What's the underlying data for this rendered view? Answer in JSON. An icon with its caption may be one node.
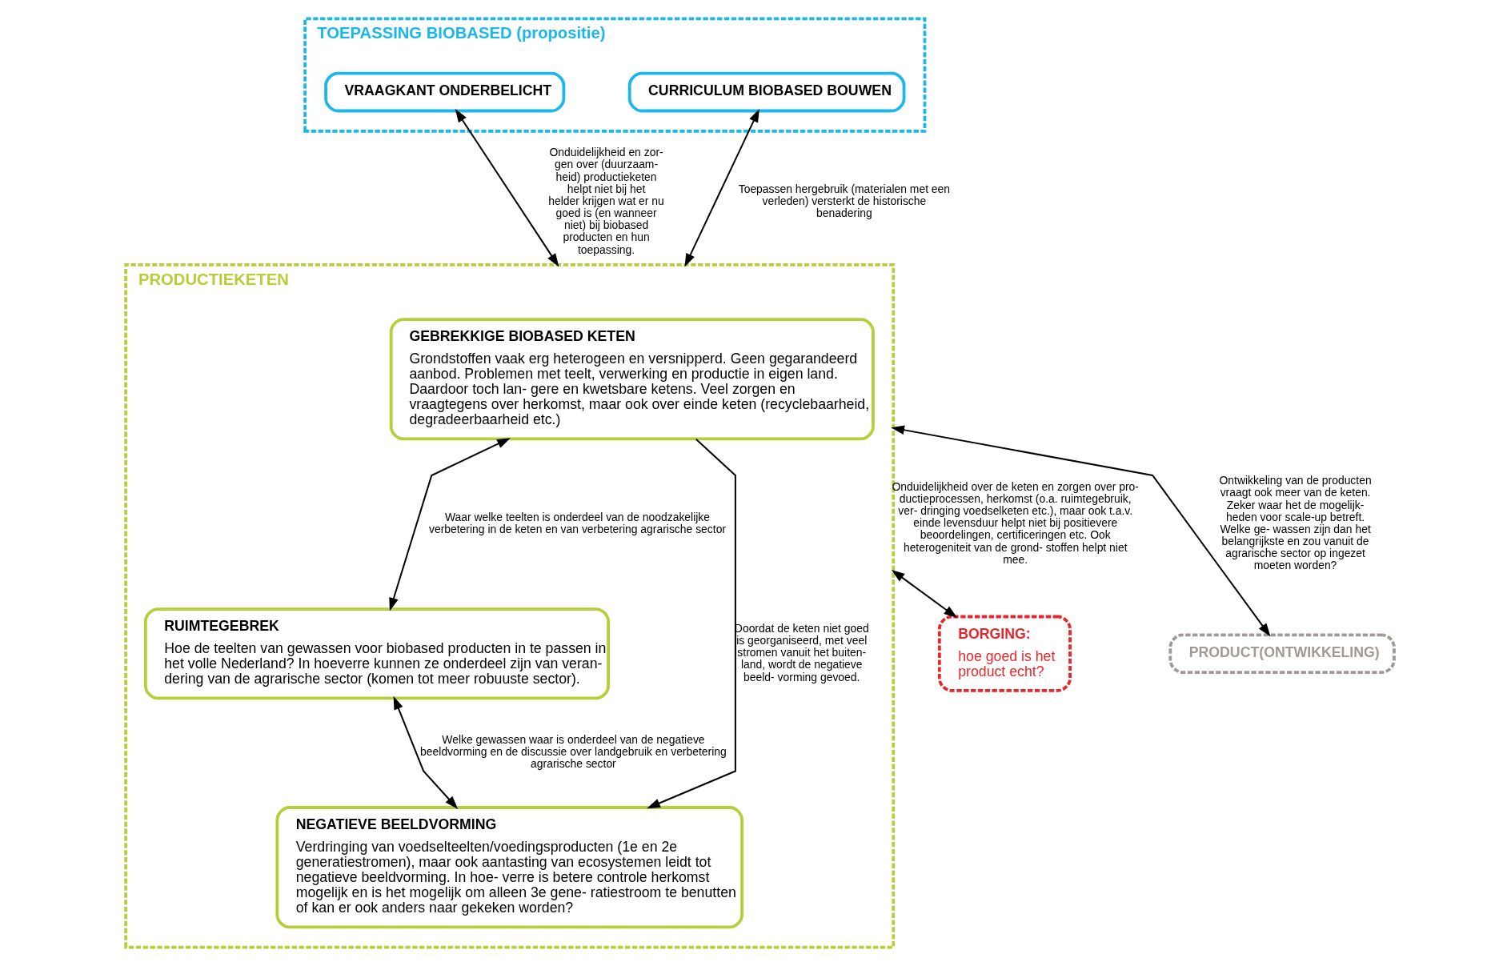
{
  "diagram": {
    "nodes": [
      {
        "text": [
          "TOEPASSING BIOBASED (propositie)"
        ]
      },
      {
        "text": [
          "VRAAGKANT ONDERBELICHT"
        ],
        "in": 0
      },
      {
        "text": [
          "CURRICULUM BIOBASED BOUWEN"
        ],
        "in": 0
      },
      {
        "text": [
          "BORGING:",
          "hoe goed is het product echt?"
        ]
      },
      {
        "text": [
          "PRODUCTIEKETEN"
        ]
      },
      {
        "text": [
          "GEBREKKIGE BIOBASED KETEN",
          "Grondstoffen vaak erg heterogeen en versnipperd. Geen gegarandeerd aanbod. Problemen met teelt, verwerking en productie in eigen land. Daardoor toch lan- gere en kwetsbare ketens. Veel zorgen en vraagtegens over herkomst, maar ook over einde keten (recyclebaarheid, degradeerbaarheid etc.)"
        ],
        "in": 4
      },
      {
        "text": [
          "RUIMTEGEBREK",
          "Hoe de teelten van gewassen voor biobased producten in te passen in het volle Nederland? In hoeverre kunnen ze onderdeel zijn van veran- dering van de agrarische sector (komen tot meer robuuste sector)."
        ],
        "in": 4
      },
      {
        "text": [
          "NEGATIEVE BEELDVORMING",
          "Verdringing van voedselteelten/voedingsproducten (1e en 2e generatiestromen), maar ook aantasting van ecosystemen leidt tot negatieve beeldvorming. In hoe- verre is betere controle herkomst mogelijk en is het mogelijk om alleen 3e gene- ratiestroom te benutten of kan er ook anders naar gekeken worden?"
        ],
        "in": 4
      },
      {
        "text": [
          "PRODUCT(ONTWIKKELING)"
        ]
      }
    ],
    "edges": [
      {
        "from": 1,
        "to": 4,
        "arrow": "both",
        "label": "Onduidelijkheid en zor- gen over (duurzaam- heid) productieketen helpt niet bij het helder krijgen wat er nu goed is (en wanneer niet) bij biobased producten en hun toepassing."
      },
      {
        "from": 2,
        "to": 4,
        "arrow": "both",
        "label": "Toepassen hergebruik (materialen met een verleden) versterkt de historische benadering"
      },
      {
        "from": 4,
        "to": 3,
        "arrow": "both",
        "label": "Onduidelijkheid over de keten en zorgen over pro- ductieprocessen, herkomst (o.a. ruimtegebruik, ver- dringing voedselketen etc.), maar ook t.a.v. einde levensduur helpt niet bij positievere beoordelingen, certificeringen etc. Ook heterogeniteit van de grond- stoffen helpt niet mee."
      },
      {
        "from": 5,
        "to": 6,
        "arrow": "both",
        "label": "Waar welke teelten is onderdeel van de noodzakelijke verbetering in de keten en van verbetering agrarische sector"
      },
      {
        "from": 6,
        "to": 7,
        "arrow": "both",
        "label": "Welke gewassen waar is onderdeel van de negatieve beeldvorming en de discussie over landgebruik en verbetering agrarische sector"
      },
      {
        "from": 5,
        "to": 7,
        "arrow": "to",
        "label": "Doordat de keten niet goed is georganiseerd, met veel stromen vanuit het buiten- land, wordt de negatieve beeld- vorming gevoed."
      },
      {
        "from": 4,
        "to": 8,
        "arrow": "both",
        "label": "Ontwikkeling van de producten vraagt ook meer van de keten. Zeker waar het de mogelijk- heden voor scale-up betreft. Welke ge- wassen zijn dan het belangrijkste en zou vanuit de agrarische sector op ingezet moeten worden?"
      }
    ]
  }
}
